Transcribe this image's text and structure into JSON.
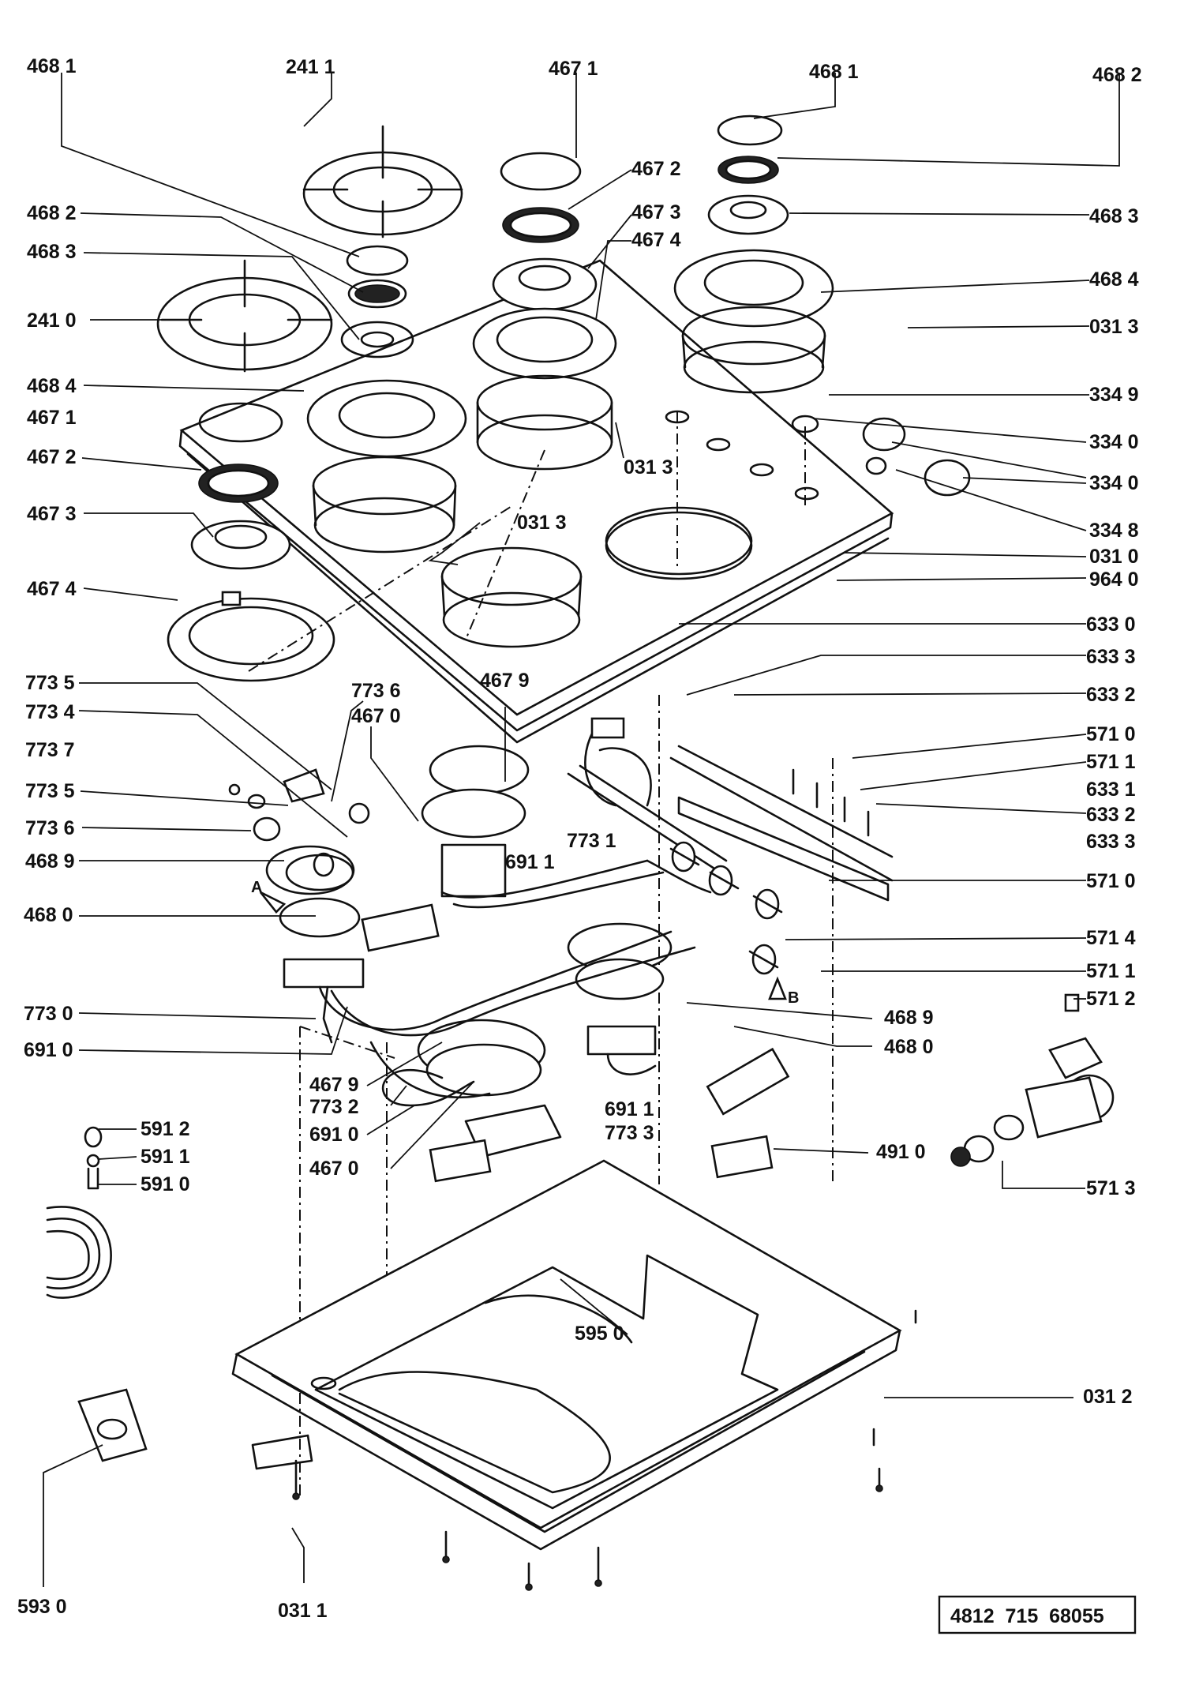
{
  "labels": {
    "l4681_tl": "468 1",
    "l2411": "241 1",
    "l4671_top": "467 1",
    "l4681_tr": "468 1",
    "l4682_r": "468 2",
    "l4682_l": "468 2",
    "l4672_c": "467 2",
    "l4673_c": "467 3",
    "l4683_l": "468 3",
    "l4674_c": "467 4",
    "l4683_r": "468 3",
    "l2410": "241 0",
    "l4684_r": "468 4",
    "l0313_r": "031 3",
    "l4684_l": "468 4",
    "l3349": "334 9",
    "l4671_l": "467 1",
    "l3340_a": "334 0",
    "l4672_l": "467 2",
    "l0313_c": "031 3",
    "l3340_b": "334 0",
    "l4673_l": "467 3",
    "l0313_b": "031 3",
    "l3348": "334 8",
    "l0310": "031 0",
    "l4674_l": "467 4",
    "l9640": "964 0",
    "l6330": "633 0",
    "l6333_a": "633 3",
    "l7735_a": "773 5",
    "l7736_a": "773 6",
    "l4679_a": "467 9",
    "l6332_a": "633 2",
    "l7734": "773 4",
    "l4670_a": "467 0",
    "l5710_a": "571 0",
    "l7737": "773 7",
    "l5711_a": "571 1",
    "l7735_b": "773 5",
    "l6331": "633 1",
    "l7736_b": "773 6",
    "l6332_b": "633 2",
    "l7731": "773 1",
    "l6333_b": "633 3",
    "l4689_a": "468 9",
    "l6911_a": "691 1",
    "l5710_b": "571 0",
    "l4680_a": "468 0",
    "l5714": "571 4",
    "l5711_b": "571 1",
    "l7730": "773 0",
    "l5712": "571 2",
    "l4689_b": "468 9",
    "l6910_a": "691 0",
    "l4680_b": "468 0",
    "l4679_b": "467 9",
    "l7732": "773 2",
    "l6911_b": "691 1",
    "l5912": "591 2",
    "l7733": "773 3",
    "l5911": "591 1",
    "l6910_b": "691 0",
    "l4910": "491 0",
    "l5910": "591 0",
    "l4670_b": "467 0",
    "l5713": "571 3",
    "l5950": "595 0",
    "l0312": "031 2",
    "l5930": "593 0",
    "l0311": "031 1",
    "view_a": "A",
    "view_b": "B"
  },
  "reference_number": "4812  715  68055"
}
